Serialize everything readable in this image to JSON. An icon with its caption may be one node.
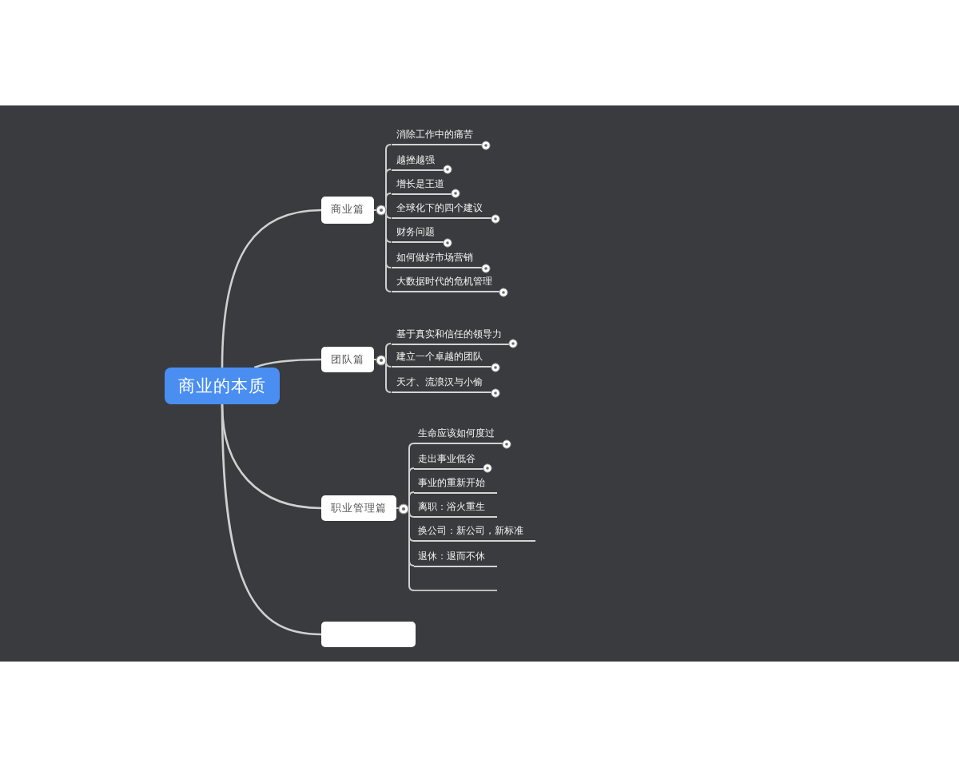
{
  "diagram": {
    "nodes": [
      {
        "text": [
          "商业的本质"
        ]
      },
      {
        "text": [
          "商业篇"
        ]
      },
      {
        "text": [
          "消除工作中的痛苦"
        ]
      },
      {
        "text": [
          "越挫越强"
        ]
      },
      {
        "text": [
          "增长是王道"
        ]
      },
      {
        "text": [
          "全球化下的四个建议"
        ]
      },
      {
        "text": [
          "财务问题"
        ]
      },
      {
        "text": [
          "如何做好市场营销"
        ]
      },
      {
        "text": [
          "大数据时代的危机管理"
        ]
      },
      {
        "text": [
          "团队篇"
        ]
      },
      {
        "text": [
          "基于真实和信任的领导力"
        ]
      },
      {
        "text": [
          "建立一个卓越的团队"
        ]
      },
      {
        "text": [
          "天才、流浪汉与小偷"
        ]
      },
      {
        "text": [
          "职业管理篇"
        ]
      },
      {
        "text": [
          "生命应该如何度过"
        ]
      },
      {
        "text": [
          "走出事业低谷"
        ]
      },
      {
        "text": [
          "事业的重新开始"
        ]
      },
      {
        "text": [
          "离职：浴火重生"
        ]
      },
      {
        "text": [
          "换公司：新公司，新标准"
        ]
      },
      {
        "text": [
          "退休：退而不休"
        ]
      },
      {
        "text": [],
        "shape": "line"
      },
      {
        "text": [],
        "shape": "box"
      }
    ],
    "edges": [
      {
        "from": 0,
        "to": 1,
        "arrow": "none"
      },
      {
        "from": 1,
        "to": 2,
        "arrow": "none"
      },
      {
        "from": 1,
        "to": 3,
        "arrow": "none"
      },
      {
        "from": 1,
        "to": 4,
        "arrow": "none"
      },
      {
        "from": 1,
        "to": 5,
        "arrow": "none"
      },
      {
        "from": 1,
        "to": 6,
        "arrow": "none"
      },
      {
        "from": 1,
        "to": 7,
        "arrow": "none"
      },
      {
        "from": 1,
        "to": 8,
        "arrow": "none"
      },
      {
        "from": 0,
        "to": 9,
        "arrow": "none"
      },
      {
        "from": 9,
        "to": 10,
        "arrow": "none"
      },
      {
        "from": 9,
        "to": 11,
        "arrow": "none"
      },
      {
        "from": 9,
        "to": 12,
        "arrow": "none"
      },
      {
        "from": 0,
        "to": 13,
        "arrow": "none"
      },
      {
        "from": 13,
        "to": 14,
        "arrow": "none"
      },
      {
        "from": 13,
        "to": 15,
        "arrow": "none"
      },
      {
        "from": 13,
        "to": 16,
        "arrow": "none"
      },
      {
        "from": 13,
        "to": 17,
        "arrow": "none"
      },
      {
        "from": 13,
        "to": 18,
        "arrow": "none"
      },
      {
        "from": 13,
        "to": 19,
        "arrow": "none"
      },
      {
        "from": 13,
        "to": 20,
        "arrow": "none"
      },
      {
        "from": 0,
        "to": 21,
        "arrow": "none"
      }
    ]
  }
}
